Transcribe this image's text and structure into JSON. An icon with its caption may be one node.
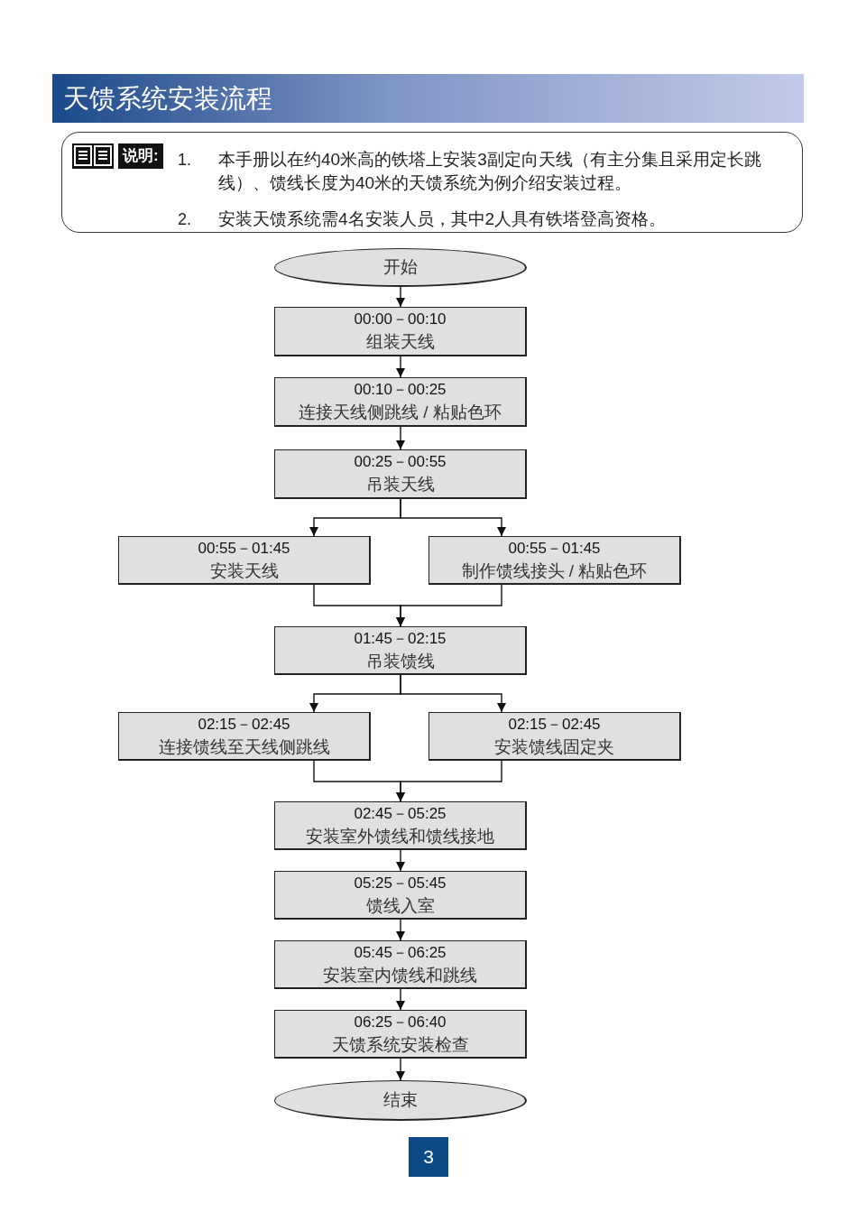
{
  "diagram": {
    "title": "天馈系统安装流程",
    "nodes": [
      {
        "text": [
          "说明:",
          "1.",
          "本手册以在约40米高的铁塔上安装3副定向天线（有主分集且采用定长跳线）、馈线长度为40米的天馈系统为例介绍安装过程。",
          "2.",
          "安装天馈系统需4名安装人员，其中2人具有铁塔登高资格。"
        ]
      },
      {
        "text": [
          "开始"
        ]
      },
      {
        "text": [
          "00:00－00:10",
          "组装天线"
        ]
      },
      {
        "text": [
          "00:10－00:25",
          "连接天线侧跳线 / 粘贴色环"
        ]
      },
      {
        "text": [
          "00:25－00:55",
          "吊装天线"
        ]
      },
      {
        "text": [
          "00:55－01:45",
          "安装天线"
        ]
      },
      {
        "text": [
          "00:55－01:45",
          "制作馈线接头 / 粘贴色环"
        ]
      },
      {
        "text": [
          "01:45－02:15",
          "吊装馈线"
        ]
      },
      {
        "text": [
          "02:15－02:45",
          "连接馈线至天线侧跳线"
        ]
      },
      {
        "text": [
          "02:15－02:45",
          "安装馈线固定夹"
        ]
      },
      {
        "text": [
          "02:45－05:25",
          "安装室外馈线和馈线接地"
        ]
      },
      {
        "text": [
          "05:25－05:45",
          "馈线入室"
        ]
      },
      {
        "text": [
          "05:45－06:25",
          "安装室内馈线和跳线"
        ]
      },
      {
        "text": [
          "06:25－06:40",
          "天馈系统安装检查"
        ]
      },
      {
        "text": [
          "结束"
        ]
      }
    ],
    "edges": [
      {
        "from": 1,
        "to": 2,
        "arrow": "to"
      },
      {
        "from": 2,
        "to": 3,
        "arrow": "to"
      },
      {
        "from": 3,
        "to": 4,
        "arrow": "to"
      },
      {
        "from": 4,
        "to": 5,
        "arrow": "to"
      },
      {
        "from": 4,
        "to": 6,
        "arrow": "to"
      },
      {
        "from": 5,
        "to": 7,
        "arrow": "to"
      },
      {
        "from": 6,
        "to": 7,
        "arrow": "to"
      },
      {
        "from": 7,
        "to": 8,
        "arrow": "to"
      },
      {
        "from": 7,
        "to": 9,
        "arrow": "to"
      },
      {
        "from": 8,
        "to": 10,
        "arrow": "to"
      },
      {
        "from": 9,
        "to": 10,
        "arrow": "to"
      },
      {
        "from": 10,
        "to": 11,
        "arrow": "to"
      },
      {
        "from": 11,
        "to": 12,
        "arrow": "to"
      },
      {
        "from": 12,
        "to": 13,
        "arrow": "to"
      },
      {
        "from": 13,
        "to": 14,
        "arrow": "to"
      }
    ],
    "labels": [
      "3"
    ]
  }
}
